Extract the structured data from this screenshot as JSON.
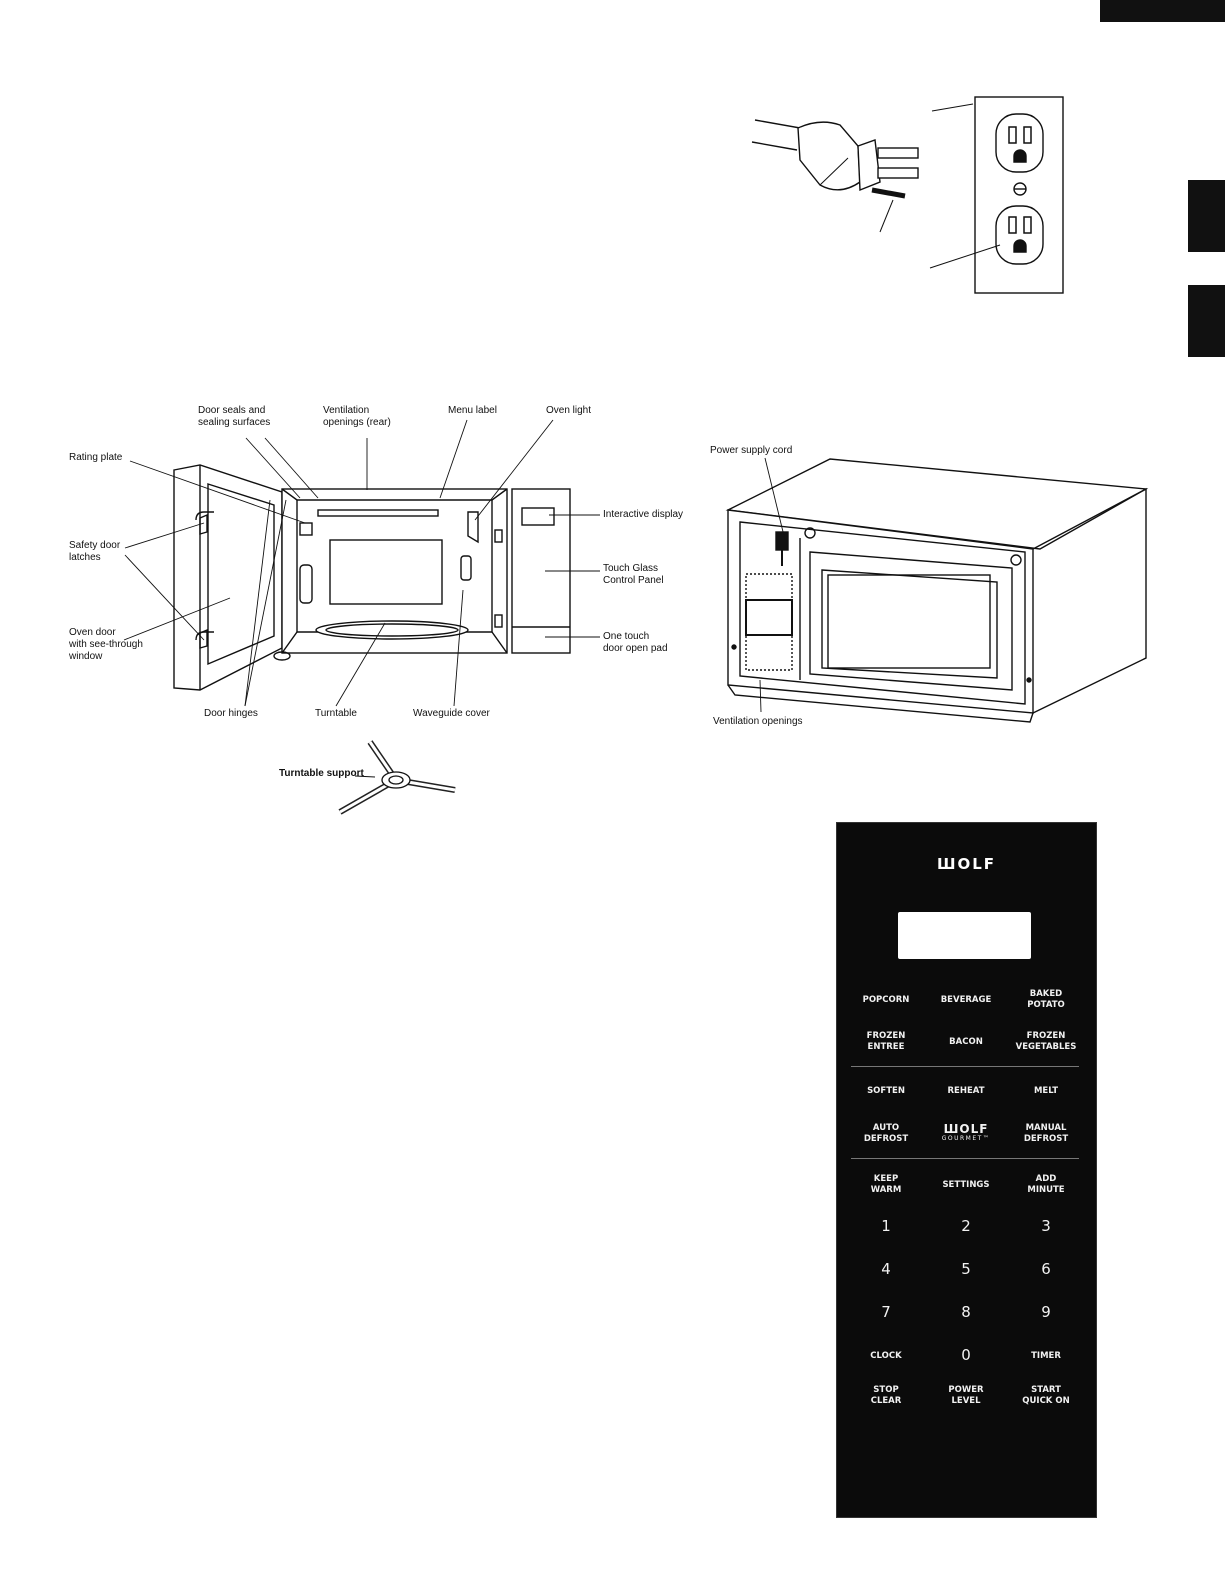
{
  "labels": {
    "door_seals": "Door seals and\nsealing surfaces",
    "ventilation_rear": "Ventilation\nopenings (rear)",
    "menu_label": "Menu label",
    "oven_light": "Oven light",
    "rating_plate": "Rating plate",
    "safety_latches": "Safety door\nlatches",
    "oven_door": "Oven door\nwith see-through\nwindow",
    "interactive_display": "Interactive display",
    "touch_glass": "Touch Glass\nControl Panel",
    "door_open_pad": "One touch\ndoor open pad",
    "door_hinges": "Door hinges",
    "turntable": "Turntable",
    "waveguide_cover": "Waveguide cover",
    "turntable_support": "Turntable support",
    "power_supply_cord": "Power supply cord",
    "ventilation_openings": "Ventilation openings"
  },
  "control_panel": {
    "logo": "ШOLF",
    "gourmet_logo": "ШOLF",
    "gourmet_sub": "GOURMET™",
    "keys": {
      "popcorn": "POPCORN",
      "beverage": "BEVERAGE",
      "baked_potato": "BAKED\nPOTATO",
      "frozen_entree": "FROZEN\nENTREE",
      "bacon": "BACON",
      "frozen_vegetables": "FROZEN\nVEGETABLES",
      "soften": "SOFTEN",
      "reheat": "REHEAT",
      "melt": "MELT",
      "auto_defrost": "AUTO\nDEFROST",
      "manual_defrost": "MANUAL\nDEFROST",
      "keep_warm": "KEEP\nWARM",
      "settings": "SETTINGS",
      "add_minute": "ADD\nMINUTE",
      "n1": "1",
      "n2": "2",
      "n3": "3",
      "n4": "4",
      "n5": "5",
      "n6": "6",
      "n7": "7",
      "n8": "8",
      "n9": "9",
      "clock": "CLOCK",
      "n0": "0",
      "timer": "TIMER",
      "stop_clear": "STOP\nCLEAR",
      "power_level": "POWER\nLEVEL",
      "start_quick_on": "START\nQUICK ON"
    }
  }
}
